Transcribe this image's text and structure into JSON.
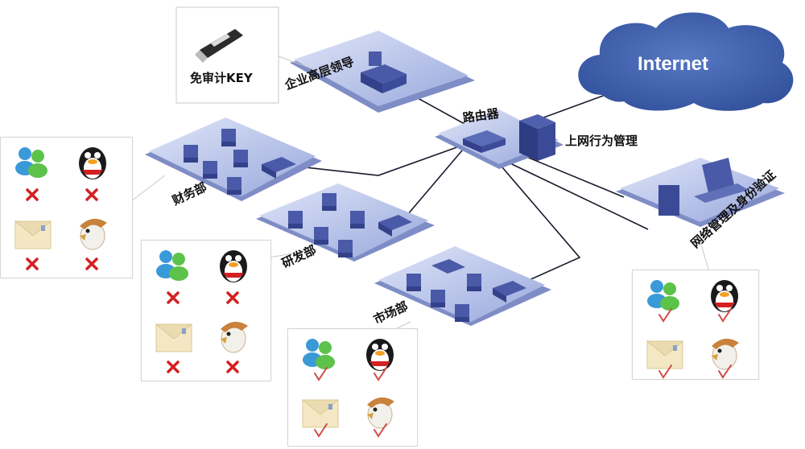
{
  "labels": {
    "internet": "Internet",
    "key": "免审计KEY",
    "executive": "企业高层领导",
    "router": "路由器",
    "behavior": "上网行为管理",
    "netmgmt": "网络管理及身份验证",
    "finance": "财务部",
    "rnd": "研发部",
    "market": "市场部"
  },
  "panels": [
    {
      "id": "finance",
      "status": [
        "denied",
        "denied",
        "denied",
        "denied"
      ]
    },
    {
      "id": "rnd",
      "status": [
        "denied",
        "denied",
        "denied",
        "denied"
      ]
    },
    {
      "id": "market",
      "status": [
        "allowed",
        "allowed",
        "allowed",
        "allowed"
      ]
    },
    {
      "id": "netmgmt",
      "status": [
        "allowed",
        "allowed",
        "allowed",
        "allowed"
      ]
    }
  ],
  "icons": [
    "msn-messenger-icon",
    "qq-penguin-icon",
    "email-envelope-icon",
    "foxmail-bird-icon"
  ],
  "colors": {
    "cloud": "#3e5fae",
    "platform": "#b8c4ea",
    "device": "#4a5aa8",
    "deny": "#d42020",
    "allow": "#d24a4a",
    "link": "#1a1a2e"
  }
}
